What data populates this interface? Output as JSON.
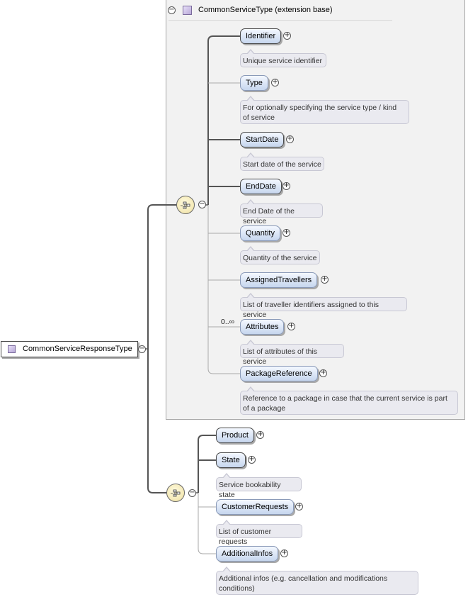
{
  "root": {
    "name": "CommonServiceResponseType"
  },
  "extension": {
    "title": "CommonServiceType (extension base)"
  },
  "base_elements": [
    {
      "name": "Identifier",
      "doc": "Unique service identifier",
      "doc2": ""
    },
    {
      "name": "Type",
      "doc": "For optionally specifying the service type / kind",
      "doc2": "of service"
    },
    {
      "name": "StartDate",
      "doc": "Start date of the service",
      "doc2": ""
    },
    {
      "name": "EndDate",
      "doc": "End Date of the service",
      "doc2": ""
    },
    {
      "name": "Quantity",
      "doc": "Quantity of the service",
      "doc2": ""
    },
    {
      "name": "AssignedTravellers",
      "doc": "List of traveller identifiers assigned to this service",
      "doc2": ""
    },
    {
      "name": "Attributes",
      "doc": "List of attributes of this service",
      "doc2": "",
      "occurs": "0..∞"
    },
    {
      "name": "PackageReference",
      "doc": "Reference to a package in case that the current service is part",
      "doc2": "of a package"
    }
  ],
  "ext_elements": [
    {
      "name": "Product",
      "doc": "",
      "doc2": ""
    },
    {
      "name": "State",
      "doc": "Service bookability state",
      "doc2": ""
    },
    {
      "name": "CustomerRequests",
      "doc": "List of customer requests",
      "doc2": ""
    },
    {
      "name": "AdditionalInfos",
      "doc": "Additional infos (e.g. cancellation and modifications",
      "doc2": "conditions)"
    }
  ],
  "symbols": {
    "plus": "+",
    "minus": "−"
  }
}
